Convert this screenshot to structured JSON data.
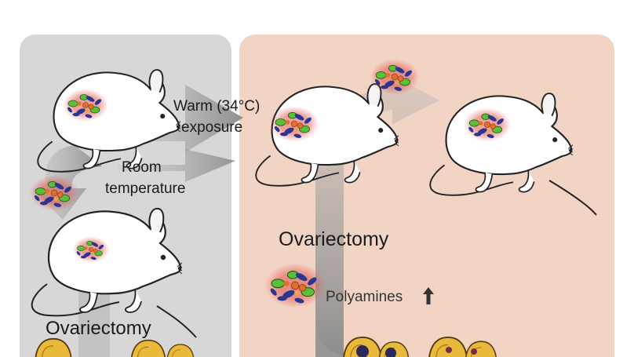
{
  "labels": {
    "warm_line1": "Warm (34°C)",
    "warm_line2": "exposure",
    "room_line1": "Room",
    "room_line2": "temperature",
    "ovx_left": "Ovariectomy",
    "ovx_right": "Ovariectomy",
    "polyamines": "Polyamines"
  },
  "icons": [
    "mouse-icon",
    "microbiota-cluster-icon",
    "process-arrow-icon",
    "up-arrow-icon",
    "cell-icon"
  ],
  "colors": {
    "left_panel": "#d7d7d7",
    "right_panel": "#f2d4c4",
    "arrow_gray": "#8a8a8a",
    "mouse_fill": "#ffffff",
    "microbe_green": "#5cbf3a",
    "microbe_blue": "#2a3590",
    "microbe_orange": "#e0702a",
    "cell_yellow": "#e8b93a"
  }
}
